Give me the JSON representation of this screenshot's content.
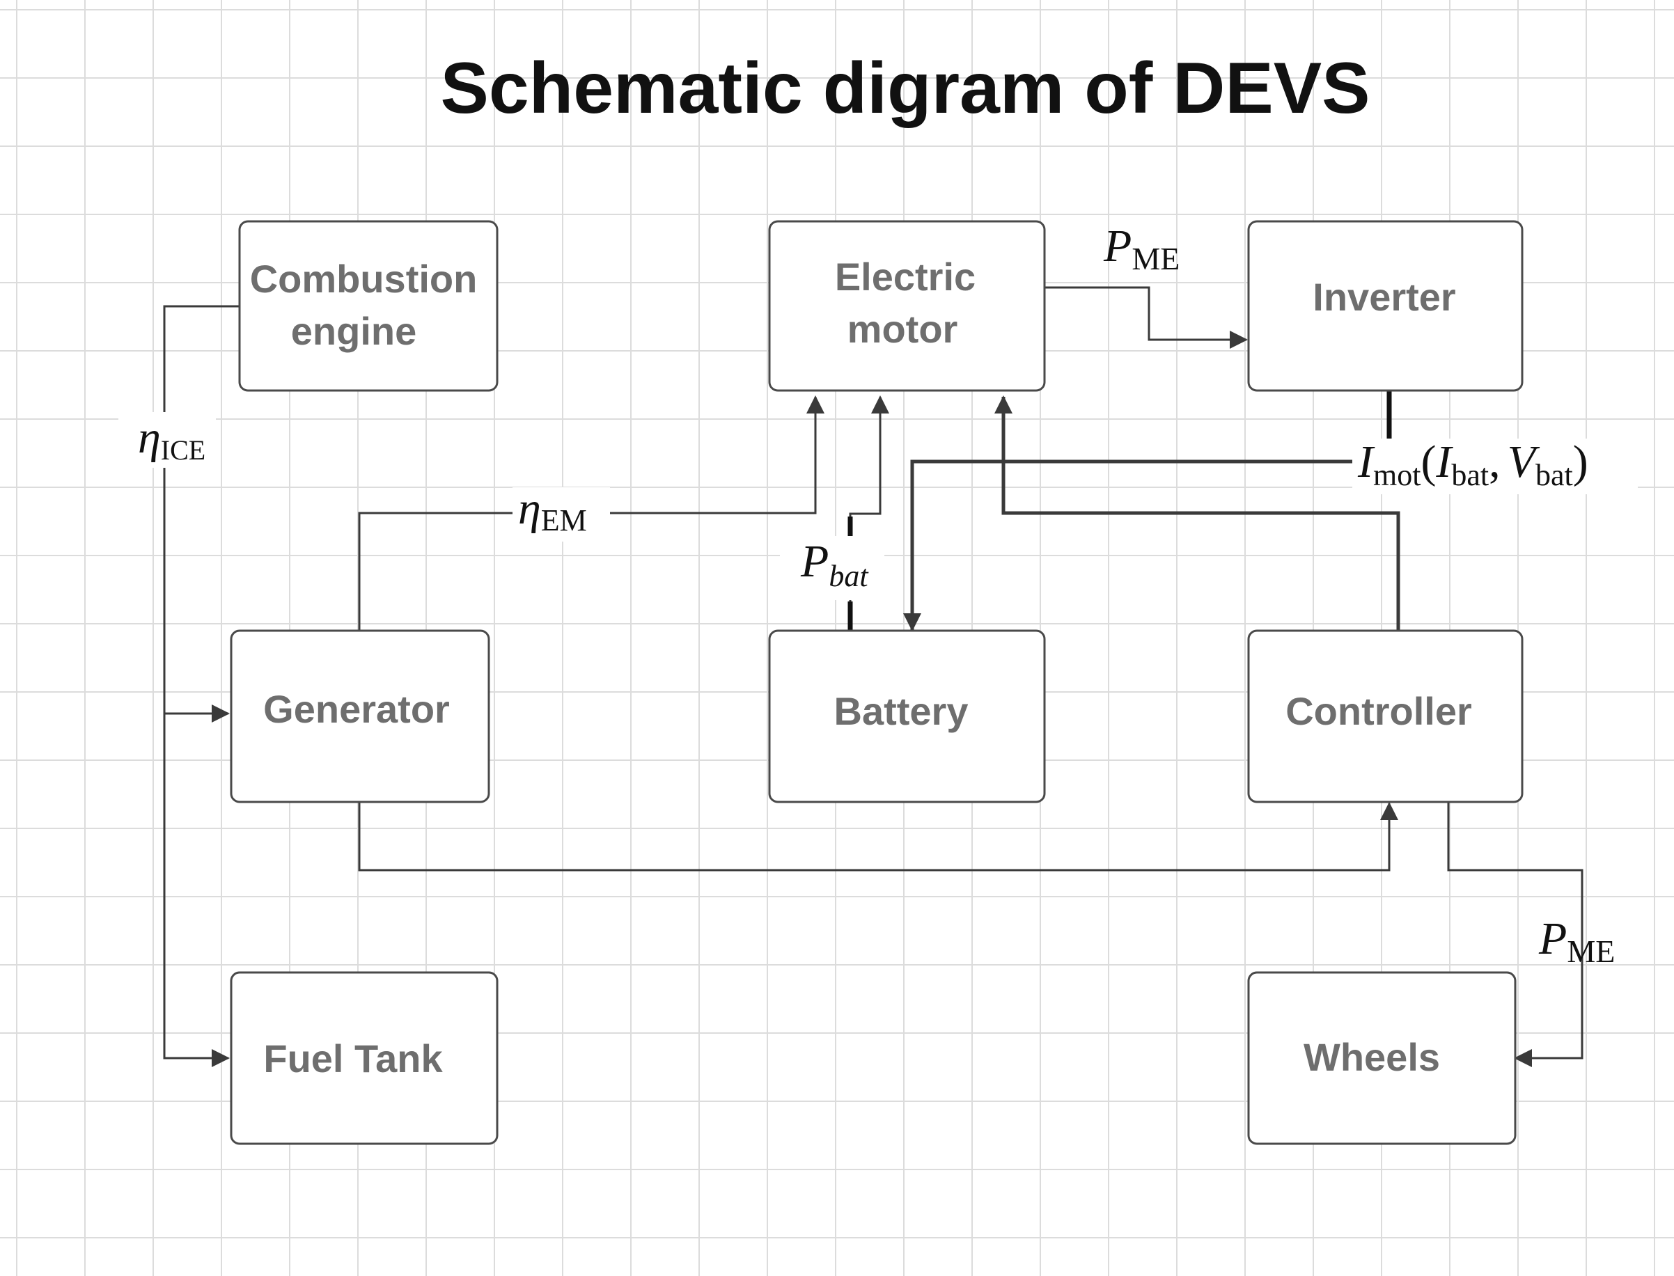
{
  "diagram": {
    "title": "Schematic digram of DEVS",
    "blocks": {
      "combustion_engine": {
        "line1": "Combustion",
        "line2": "engine"
      },
      "electric_motor": {
        "line1": "Electric",
        "line2": "motor"
      },
      "inverter": {
        "label": "Inverter"
      },
      "generator": {
        "label": "Generator"
      },
      "battery": {
        "label": "Battery"
      },
      "controller": {
        "label": "Controller"
      },
      "fuel_tank": {
        "label": "Fuel Tank"
      },
      "wheels": {
        "label": "Wheels"
      }
    },
    "labels": {
      "p_me_top": {
        "main": "P",
        "sub": "ME"
      },
      "p_me_right": {
        "main": "P",
        "sub": "ME"
      },
      "eta_ice": {
        "main": "η",
        "sub": "ICE"
      },
      "eta_em": {
        "main": "η",
        "sub": "EM"
      },
      "p_bat": {
        "main": "P",
        "sub": "bat"
      },
      "i_mot": {
        "main": "I",
        "sub": "mot",
        "open": "(",
        "arg1_main": "I",
        "arg1_sub": "bat",
        "comma": ",",
        "arg2_main": "V",
        "arg2_sub": "bat",
        "close": ")"
      }
    },
    "colors": {
      "box_border": "#4a4a4a",
      "box_text": "#6e6e6e",
      "wire": "#3a3a3a",
      "grid": "#dcdcdc"
    }
  }
}
